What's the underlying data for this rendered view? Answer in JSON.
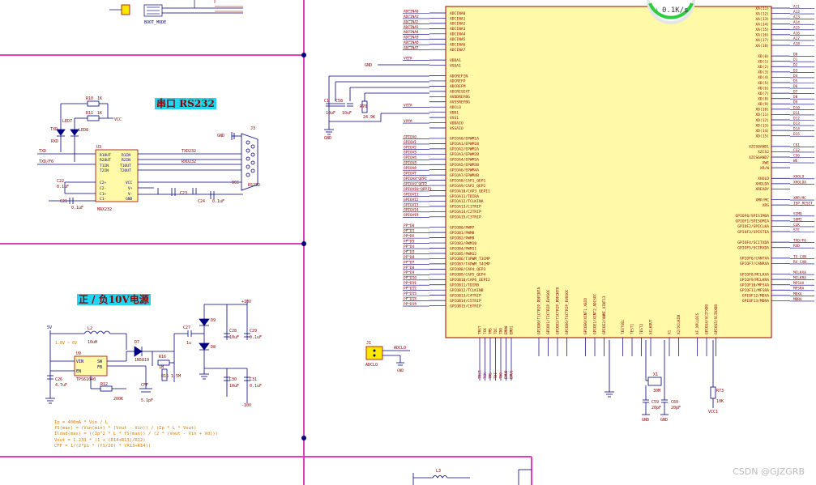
{
  "sections": {
    "rs232_title": "串口 RS232",
    "power_title": "正 / 负10V电源"
  },
  "labels": {
    "boot_mode": "BOOT_MODE",
    "max232": "MAX232",
    "rs232_conn": "RS232",
    "u3": "U3",
    "r10": "R10",
    "r11": "R11",
    "r10_val": "1K",
    "r11_val": "1K",
    "led7": "LED7",
    "led8": "LED8",
    "txd_led": "TXD",
    "rxd_led": "RXD",
    "vcc": "VCC",
    "gnd": "GND",
    "txd": "TXD",
    "rxd": "TXD/F6",
    "txd232": "TXD232",
    "rxd232": "RXD232",
    "c22": "C22",
    "c21": "C21",
    "c23": "C23",
    "c24": "C24",
    "cap_01uf": "0.1uF",
    "u2_pin1": "R1OUT",
    "u2_pin2": "R2OUT",
    "u2_pin3": "T1IN",
    "u2_pin4": "T2IN",
    "u2_pin5": "C2+",
    "u2_pin6": "C2-",
    "u2_pin7": "C1+",
    "u2_pin8": "C1-",
    "u2_pin9": "R1IN",
    "u2_pin10": "R2IN",
    "u2_pin11": "T1OUT",
    "u2_pin12": "T2OUT",
    "u2_vcc": "VCC",
    "u2_v": "V+",
    "u2_vm": "V-",
    "u2_gnd": "GND",
    "j3": "J3",
    "j1": "J1",
    "adclo": "ADCLO",
    "adclo_label": "ADCLO",
    "u9": "U9",
    "tps": "TPS61040",
    "vin": "VIN",
    "sw": "SW",
    "en": "EN",
    "fb": "FB",
    "l2": "L2",
    "l2_val": "10uH",
    "d7": "D7",
    "d7_val": "1N5819",
    "r16": "R16",
    "r16_val": "1M",
    "r15": "R15 1.5M",
    "r12": "R12",
    "r12_val": "200K",
    "cff": "CFF",
    "cff_val": "5.1pF",
    "c26": "C26",
    "c26_val": "4.7uF",
    "c27": "C27",
    "c27_val": "1u",
    "d9": "D9",
    "d8": "D8",
    "c28": "C28",
    "c29": "C29",
    "c30": "C30",
    "c31": "C31",
    "c10uf": "10uF",
    "p10v": "+10V",
    "m10v": "-10V",
    "v5": "5V",
    "vrange": "1.8V ~ 6V",
    "c1": "C1",
    "c58": "C58",
    "r70": "R70",
    "r70_val": "24.9K",
    "c10uf2": "10uF",
    "x1": "X1",
    "x1_val": "30M",
    "c59": "C59",
    "c60": "C60",
    "c_20pf": "20pF",
    "r73": "R73",
    "r73_val": "10K",
    "vcc1": "VCC1",
    "l3": "L3"
  },
  "mcu_left_pins": [
    "ADCINA0",
    "ADCINA1",
    "ADCINA2",
    "ADCINA3",
    "ADCINA4",
    "ADCINA5",
    "ADCINA6",
    "ADCINA7",
    "",
    "VDDA1",
    "VSSA1",
    "",
    "ADCREFIN",
    "ADCREFP",
    "ADCREFM",
    "ADCRESEXT",
    "AVDDREFBG",
    "AVSSREFBG",
    "ADCLO",
    "VDD1",
    "VSS1",
    "VDDAIO",
    "VSSAIO",
    "",
    "GPIOA0/EPWM1A",
    "GPIOA1/EPWM1B",
    "GPIOA2/EPWM2A",
    "GPIOA3/EPWM2B",
    "GPIOA4/EPWM3A",
    "GPIOA5/EPWM3B",
    "GPIOA6/EPWM4A",
    "GPIOA7/EPWM4B",
    "GPIOA8/CAP1_QEP1",
    "GPIOA9/CAP2_QEP2",
    "GPIOA10/CAP3_QEPI1",
    "GPIOA11/TDIRA",
    "GPIOA12/TCLKINA",
    "GPIOA13/C1TRIP",
    "GPIOA14/C2TRIP",
    "GPIOA15/C3TRIP",
    "",
    "GPIOB0/PWM7",
    "GPIOB1/PWM8",
    "GPIOB2/PWM9",
    "GPIOB3/PWM10",
    "GPIOB4/PWM11",
    "GPIOB5/PWM12",
    "GPIOB6/T3PWM_T3CMP",
    "GPIOB7/T4PWM_T4CMP",
    "GPIOB8/CAP4_QEP3",
    "GPIOB9/CAP5_QEP4",
    "GPIOB10/CAP6_QEPI2",
    "GPIOB11/TDIRB",
    "GPIOB12/TCLKINB",
    "GPIOB13/C4TRIP",
    "GPIOB14/C5TRIP",
    "GPIOB15/C6TRIP"
  ],
  "mcu_left_nets": [
    "ADCINA0",
    "ADCINA1",
    "ADCINA2",
    "ADCINA3",
    "ADCINA4",
    "ADCINA5",
    "ADCINA6",
    "ADCINA7",
    "",
    "VCCA",
    "",
    "",
    "",
    "",
    "",
    "",
    "",
    "",
    "VCCA",
    "",
    "",
    "VCCA",
    "",
    "",
    "GPIOA0",
    "GPIOA1",
    "GPIOA2",
    "GPIOA3",
    "GPIOA4",
    "GPIOA5",
    "GPIOA6",
    "GPIOA7",
    "GPIOA8_QEP1",
    "GPIOA9_QEP2",
    "GPIOA10_QEPI1",
    "GPIOA11",
    "GPIOA12",
    "GPIOA13",
    "GPIOA14",
    "GPIOA15",
    "",
    "PF_D0",
    "PF_D1",
    "PF_D2",
    "PF_D3",
    "PF_D4",
    "PF_D5",
    "PF_D6",
    "PF_D7",
    "PF_D8",
    "PF_D9",
    "PF_D10",
    "PF_D11",
    "PF_D12",
    "PF_D13",
    "PF_D14",
    "PF_D15"
  ],
  "mcu_right_pins": [
    "XA(11)",
    "XA(12)",
    "XA(13)",
    "XA(14)",
    "XA(15)",
    "XA(16)",
    "XA(17)",
    "XA(18)",
    "",
    "XD(0)",
    "XD(1)",
    "XD(2)",
    "XD(3)",
    "XD(4)",
    "XD(5)",
    "XD(6)",
    "XD(7)",
    "XD(8)",
    "XD(9)",
    "XD(10)",
    "XD(11)",
    "XD(12)",
    "XD(13)",
    "XD(14)",
    "XD(15)",
    "",
    "XZCS0AND1",
    "XZCS2",
    "XZCS6AND7",
    "XWE",
    "XR/W",
    "",
    "XHOLD",
    "XHOLDA",
    "XREADY",
    "",
    "XMP/MC",
    "XRS",
    "",
    "GPIOF0/SPISIMOA",
    "GPIOF1/SPISOMIA",
    "GPIOF2/SPICLKA",
    "GPIOF3/SPISTEA",
    "",
    "GPIOF4/SCITXDA",
    "GPIOF5/SCIRXDA",
    "",
    "GPIOF6/CANTXA",
    "GPIOF7/CANRXA",
    "",
    "GPIOF8/MCLKXA",
    "GPIOF9/MCLKRA",
    "GPIOF10/MFSXA",
    "GPIOF11/MFSRA",
    "GPIOF12/MDXA",
    "GPIOF13/MDRA"
  ],
  "mcu_right_nets": [
    "A11",
    "A12",
    "A13",
    "A14",
    "A15",
    "A16",
    "A17",
    "A18",
    "",
    "D0",
    "D1",
    "D2",
    "D3",
    "D4",
    "D5",
    "D6",
    "D7",
    "D8",
    "D9",
    "D10",
    "D11",
    "D12",
    "D13",
    "D14",
    "D15",
    "",
    "CS1",
    "CS2",
    "CS6",
    "WE",
    "",
    "",
    "XHOLD",
    "XHOLDA",
    "",
    "",
    "XMP/MC",
    "ISP_RESET",
    "",
    "SIMO",
    "SOMI",
    "CLK",
    "STE",
    "",
    "TXD/F6",
    "RXD",
    "",
    "TX_CAN",
    "RX_CAN",
    "",
    "MCLKXA",
    "MCLKRA",
    "MFSXA",
    "MFSRA",
    "MDXA",
    "MDRA"
  ],
  "mcu_bottom_pins": [
    "GPIOD0/T1CTRIP_PDPINTA",
    "GPIOD1/T2CTRIP_EVASOC",
    "GPIOD5/T3CTRIP_PDPINTB",
    "GPIOD6/T4CTRIP_EVBSOC",
    "",
    "GPIOE0/XINT1_XBIO",
    "GPIOE1/XINT2_ADCSOC",
    "GPIOE2/XNMI_XINT13",
    "",
    "TESTSEL",
    "TEST1",
    "TEST2",
    "XCLKOUT",
    "",
    "X1",
    "X2/XCLKIN",
    "",
    "XF_XPLLDIS",
    "GPIOG4/SCITXDB",
    "GPIOG5/SCIRXDB"
  ],
  "mcu_top_pins": [
    "TRST",
    "TCK",
    "TMS",
    "TDI",
    "TDO",
    "EMU0",
    "EMU1"
  ],
  "formulas": [
    "Ip = 400mA * Vin / L",
    "fS(max) = (Vin(min) * (Vout - Vin)) / (Ip * L * Vout)",
    "Iload(max) = ((Ip^2 * L * fS(max)) / (2 * (Vout - Vin + Vd)))",
    "Vout = 1.233 * (1 + (R14+R13)/R12)",
    "CFF = 1/(2*pi * (fS/20) * (R13+R14))"
  ],
  "speed": "0.1K/s",
  "watermark": "CSDN @GJZGRB",
  "colors": {
    "wire": "#000080",
    "border": "#e040c0",
    "chip_fill": "#fff9a8",
    "chip_border": "#a00000",
    "pin_text": "#8b0000",
    "net_text": "#8b0000",
    "note": "#d87a00",
    "title_bg": "#21d4ef",
    "title_text": "#8b0000"
  }
}
